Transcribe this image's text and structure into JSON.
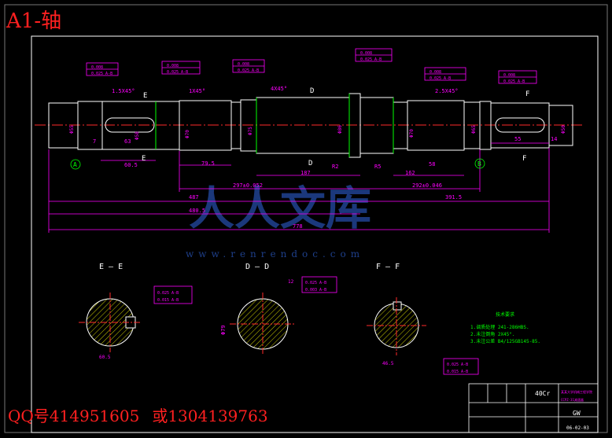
{
  "header": {
    "title": "A1-轴"
  },
  "footer": {
    "qq": "QQ号414951605",
    "alt": "或1304139763"
  },
  "watermark": {
    "text": "www.renrendoc.com",
    "logo": "人人文库"
  },
  "colors": {
    "outline": "#ffffff",
    "dimension": "#ff00ff",
    "centerline": "#ff2a2a",
    "annotation": "#00ff00",
    "frame": "#ffffff",
    "hatch": "#ffff00",
    "tolerance": "#ff00ff",
    "background": "#000000"
  },
  "views": {
    "section_e": "E — E",
    "section_d": "D — D",
    "section_f": "F — F",
    "cut_e": "E",
    "cut_d": "D",
    "cut_f": "F",
    "datum_a": "A",
    "datum_b": "B"
  },
  "dims": {
    "d1": "7",
    "d2": "63",
    "d3": "60.5",
    "d4": "79.5",
    "d5": "187",
    "d6": "162",
    "d7": "58",
    "d8": "55",
    "d9": "14",
    "d10": "297±0.052",
    "d11": "292±0.046",
    "d12": "487",
    "d13": "391.5",
    "d14": "480.5",
    "d15": "778",
    "c1": "1.5X45°",
    "c2": "1X45°",
    "c3": "4X45°",
    "c4": "2.5X45°",
    "r1": "R2",
    "r2": "R5",
    "dia_mid": "Φ86"
  },
  "tolerances": {
    "t1a": "0.008",
    "t1b": "0.025 A-B",
    "t2a": "0.008",
    "t2b": "0.025 A-B",
    "t3a": "0.008",
    "t3b": "0.025 A-B",
    "t4a": "0.008",
    "t4b": "0.025 A-B",
    "t5a": "0.008",
    "t5b": "0.025 A-B",
    "t6a": "0.008",
    "t6b": "0.025 A-B",
    "se1": "0.025 A-B",
    "se2": "0.015 A-B",
    "sd1": "0.025 A-B",
    "sd2": "0.003 A-B",
    "sf1": "0.025 A-B",
    "sf2": "0.015 A-B"
  },
  "sections": {
    "e_dim": "60.5",
    "d_dim": "Φ79",
    "f_dim": "46.5",
    "d_note": "12"
  },
  "notes": {
    "title": "技术要求",
    "line1": "1.调质处理 241-286HBS.",
    "line2": "2.未注倒角 2X45°.",
    "line3": "3.未注公差 B4/125GB145-85."
  },
  "title_block": {
    "material": "40Cr",
    "drawing_no": "GW",
    "date": "06-02-03",
    "school": "某某大学机械工程学院",
    "part": "CCPZ-31减速器"
  }
}
